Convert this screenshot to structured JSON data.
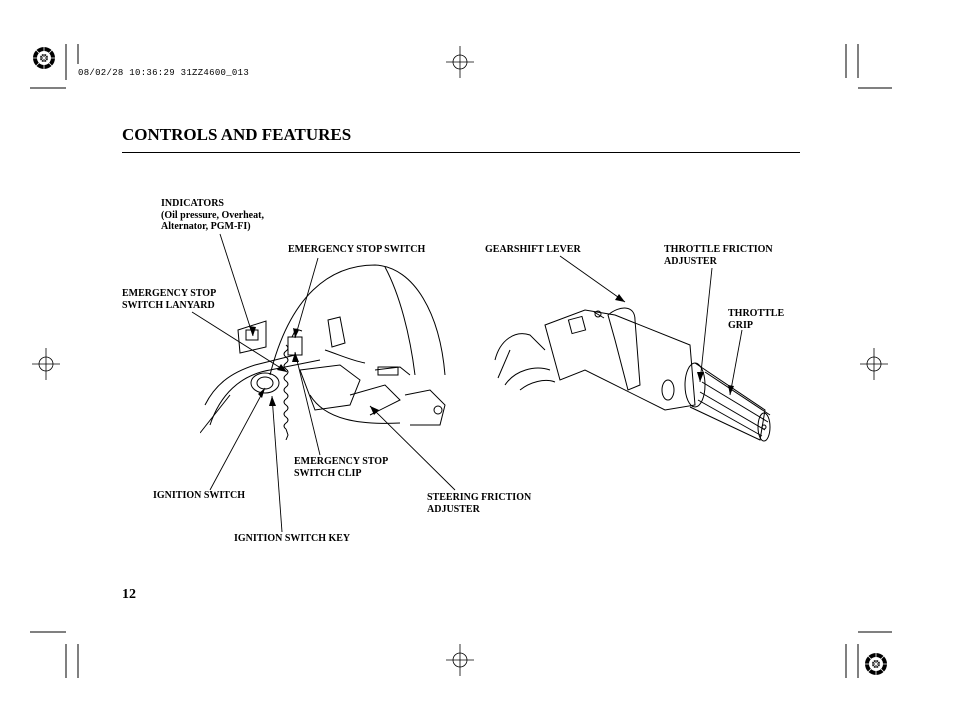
{
  "print_stamp": "08/02/28 10:36:29 31ZZ4600_013",
  "section_title": "CONTROLS AND FEATURES",
  "page_number": "12",
  "labels": {
    "indicators": "INDICATORS\n(Oil pressure, Overheat,\nAlternator, PGM-FI)",
    "emergency_stop_switch": "EMERGENCY STOP SWITCH",
    "emergency_stop_switch_lanyard": "EMERGENCY STOP\nSWITCH LANYARD",
    "emergency_stop_switch_clip": "EMERGENCY STOP\nSWITCH CLIP",
    "ignition_switch": "IGNITION SWITCH",
    "ignition_switch_key": "IGNITION SWITCH KEY",
    "steering_friction_adjuster": "STEERING FRICTION\nADJUSTER",
    "gearshift_lever": "GEARSHIFT LEVER",
    "throttle_friction_adjuster": "THROTTLE FRICTION\nADJUSTER",
    "throttle_grip": "THROTTLE\nGRIP"
  },
  "diagram_subjects": [
    "tiller-control-panel-illustration",
    "tiller-handle-illustration"
  ]
}
